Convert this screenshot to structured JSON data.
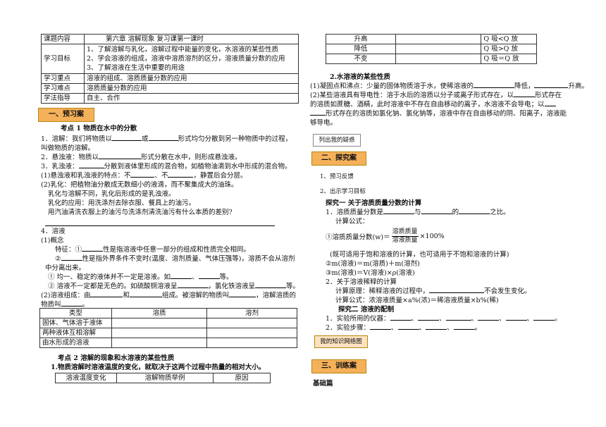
{
  "header_table": [
    {
      "label": "课题内容",
      "value": "第六章  溶解现象      复习课第一课时"
    },
    {
      "label": "学习目标",
      "lines": [
        "1、了解溶解与乳化，溶解过程中能量的变化，水溶液的某些性质",
        "2、学会溶液的组成，溶液中溶质溶剂的区分，溶液质量分数的应用",
        "3、了解溶液在生活中重要的用途"
      ]
    },
    {
      "label": "学习重点",
      "value": "溶液的组成、溶质质量分数的应用"
    },
    {
      "label": "学习难点",
      "value": "溶质质量分数的应用"
    },
    {
      "label": "学法指导",
      "value": "自主、合作"
    }
  ],
  "tags": {
    "preview": "一、预习案",
    "explore": "二、探究案",
    "training": "三、训练案",
    "doubts": "列出我的疑惑",
    "network": "我的知识网络图"
  },
  "left": {
    "kp1_title": "考点 1     物质在水中的分散",
    "l1": "1．溶解：我们将物质以",
    "l1b": "或",
    "l1c": "形式均匀分散到另一种物质中的过程，",
    "l1d": "叫做物质的溶解。",
    "l2": "2．悬浊液：物质以",
    "l2b": "形式分散在水中，则形成悬浊液。",
    "l3": "3．乳浊液：",
    "l3b": "分散到液体里形成的混合物，如植物油滴到水中形成的混合物。",
    "l4": "(1)悬浊液和乳浊液的特点：不",
    "l4b": "、不",
    "l4c": "，静置后会分层。",
    "l5": "(2)乳化：把植物油分散成无数细小的液滴，而不聚集成大的油珠。",
    "l6": "乳化与溶解不同，乳化后形成的是乳浊液。",
    "l7": "乳化的应用：用洗涤剂去除衣服、餐具上的油污。",
    "l8": "用汽油清洗衣服上的油污与洗涤剂清洗油污有什么本质的差别?",
    "l9": "4．溶液",
    "l10": "(1)概念",
    "l11": "特征：①",
    "l11b": "性是指溶液中任意一部分的组成和性质完全相同。",
    "l12": "②",
    "l12b": "性是指外界条件不变时(温度、溶剂质量、气体压强等)，溶质不会从溶剂",
    "l13": "中分离出来。",
    "l14": "① 均一、稳定的液体并不一定是溶液。如",
    "l14b": "、",
    "l14c": "等。",
    "l15": "② 溶液不一定都是无色的。如硫酸铜溶液呈",
    "l15b": "，氯化铁溶液呈",
    "l15c": "等。",
    "l16": "(2)溶液组成：由",
    "l16b": "和",
    "l16c": "组成。被溶解的物质叫",
    "l16d": "，溶解溶质的",
    "l17": "物质叫",
    "l17b": "。",
    "type_table": {
      "headers": [
        "类型",
        "溶质",
        "溶剂"
      ],
      "rows": [
        "固体、气体溶于液体",
        "两种液体互相溶解",
        "由水形成的溶液"
      ]
    },
    "kp2_title": "考点 2  溶解的现象和水溶液的某些性质",
    "kp2_l1": "1.物质溶解时溶液温度的变化，就取决于这两个过程中热量的相对大小。",
    "temp_table_headers": [
      "溶液温度变化",
      "溶解物质举例",
      "原因"
    ]
  },
  "right": {
    "heat_table": [
      [
        "升高",
        "Q 吸<Q 放"
      ],
      [
        "降低",
        "Q 吸>Q 放"
      ],
      [
        "不变",
        "Q 吸＝Q 放"
      ]
    ],
    "r1": "2.水溶液的某些性质",
    "r2": "(1)凝固点和沸点：少量的固体物质溶于水，使稀溶液的",
    "r2b": "降低，",
    "r2c": "升高。",
    "r3": "(2)某些溶液具有导电性：溶于水后的溶质以分子或离子形式存在，以",
    "r3b": "形式存在",
    "r4": "的溶质如蔗糖、酒精，此时溶液中不存在自由移动的离子，水溶液不会导电；以",
    "r5": "形式存在的溶质如氯化钠、氯化钠等，溶液中存在自由移动的阴、阳离子，溶液能",
    "r6": "够导电。",
    "r7": "1、预习反馈",
    "r8": "2、出示学习目标",
    "r9": "探究一   关于溶质质量分数的计算",
    "r10": "1．溶质质量分数是",
    "r10b": "与",
    "r10c": "的",
    "r10d": "之比。",
    "r11": "计算公式：",
    "r12a": "①溶质质量分数(w)＝",
    "frac_top": "溶质质量",
    "frac_bot": "溶液质量",
    "r12b": "×100%",
    "r13": "(既可适用于饱和溶液的计算，也可适用于不饱和溶液的计算)",
    "r14": "②m(溶液)＝m(溶质)＋m(溶剂)",
    "r15": "③m(溶液)＝V(溶液)×ρ(溶液)",
    "r16": "2．关于溶液稀释的计算",
    "r17": "计算原理：稀释溶液的过程中，",
    "r17b": "不会发生变化。",
    "r18": "计算公式：浓溶液质量×a%(浓)＝稀溶液质量×b%(稀)",
    "r19": "探究二   溶液的配制",
    "r20": "1．实验所用的仪器：",
    "r20b": "、",
    "r20c": "。",
    "r21": "2．实验步骤：",
    "r21b": "、",
    "r21c": "。",
    "r22": "基础篇"
  }
}
